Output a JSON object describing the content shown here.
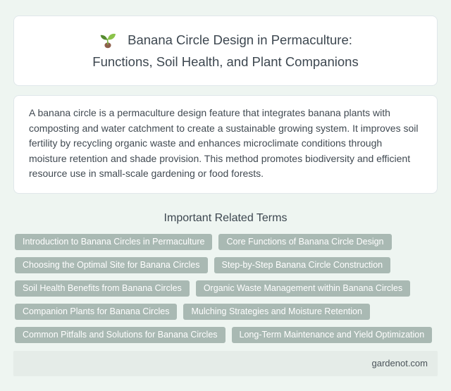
{
  "header": {
    "icon": "seedling-icon",
    "title_lines": [
      "Banana Circle Design in Permaculture:",
      "Functions, Soil Health, and Plant Companions"
    ]
  },
  "summary": {
    "text": "A banana circle is a permaculture design feature that integrates banana plants with composting and water catchment to create a sustainable growing system. It improves soil fertility by recycling organic waste and enhances microclimate conditions through moisture retention and shade provision. This method promotes biodiversity and efficient resource use in small-scale gardening or food forests."
  },
  "related_terms": {
    "heading": "Important Related Terms",
    "terms": [
      {
        "label": "Introduction to Banana Circles in Permaculture"
      },
      {
        "label": "Core Functions of Banana Circle Design"
      },
      {
        "label": "Choosing the Optimal Site for Banana Circles"
      },
      {
        "label": "Step-by-Step Banana Circle Construction"
      },
      {
        "label": "Soil Health Benefits from Banana Circles"
      },
      {
        "label": "Organic Waste Management within Banana Circles"
      },
      {
        "label": "Companion Plants for Banana Circles"
      },
      {
        "label": "Mulching Strategies and Moisture Retention"
      },
      {
        "label": "Common Pitfalls and Solutions for Banana Circles"
      },
      {
        "label": "Long-Term Maintenance and Yield Optimization"
      }
    ]
  },
  "footer": {
    "site": "gardenot.com"
  },
  "colors": {
    "background": "#eef5f1",
    "card_background": "#ffffff",
    "card_border": "#e0e7ea",
    "term_button": "#a9b9b3",
    "term_button_text": "#ffffff",
    "footer_bar": "#e5ece8",
    "heading_text": "#3d4750"
  }
}
